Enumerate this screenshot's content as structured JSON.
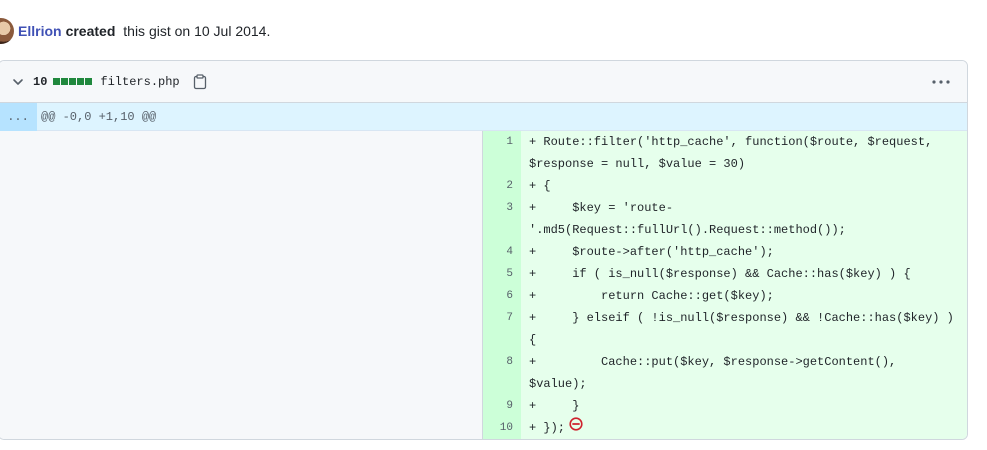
{
  "activity": {
    "author": "Ellrion",
    "verb": "created",
    "rest": " this gist on 10 Jul 2014."
  },
  "file": {
    "additions": "10",
    "name": "filters.php",
    "hunk_expand": "...",
    "hunk_header": "@@ -0,0 +1,10 @@",
    "lines": [
      {
        "num": "1",
        "text": "+ Route::filter('http_cache', function($route, $request, $response = null, $value = 30)"
      },
      {
        "num": "2",
        "text": "+ {"
      },
      {
        "num": "3",
        "text": "+     $key = 'route-'.md5(Request::fullUrl().Request::method());"
      },
      {
        "num": "4",
        "text": "+     $route->after('http_cache');"
      },
      {
        "num": "5",
        "text": "+     if ( is_null($response) && Cache::has($key) ) {"
      },
      {
        "num": "6",
        "text": "+         return Cache::get($key);"
      },
      {
        "num": "7",
        "text": "+     } elseif ( !is_null($response) && !Cache::has($key) ) {"
      },
      {
        "num": "8",
        "text": "+         Cache::put($key, $response->getContent(), $value);"
      },
      {
        "num": "9",
        "text": "+     }"
      },
      {
        "num": "10",
        "text": "+ });"
      }
    ]
  },
  "icons": {
    "expand": "chevron-down-icon",
    "copy": "copy-icon",
    "more": "kebab-horizontal-icon",
    "no_newline": "no-entry-icon"
  },
  "colors": {
    "author_link": "#4051b5",
    "diffstat_added": "#1f883d",
    "added_line_bg": "#e6ffec",
    "added_num_bg": "#ccffd8",
    "hunk_bg": "#ddf4ff",
    "no_newline_icon": "#cf222e"
  }
}
